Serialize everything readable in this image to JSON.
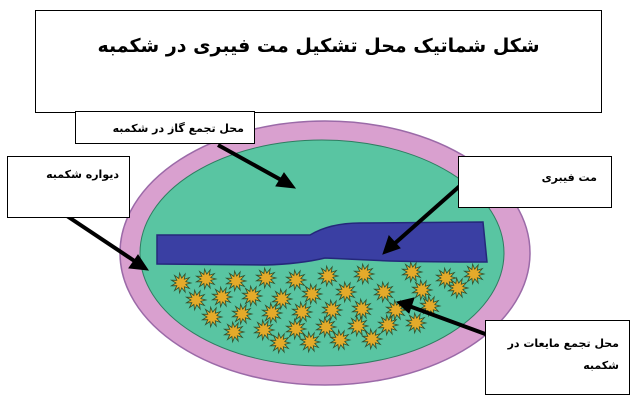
{
  "title": "شکل شماتیک محل تشکیل مت فیبری در شکمبه",
  "labels": {
    "gas": "محل تجمع گاز در شکمبه",
    "wall": "دیواره شکمبه",
    "mat": "مت فیبری",
    "liquid_line1": "محل تجمع مایعات در",
    "liquid_line2": "شکمبه"
  },
  "colors": {
    "rumen_wall": "#d9a0cf",
    "rumen_wall_outline": "#9b6aa8",
    "rumen_content": "#59c5a2",
    "fiber_mat": "#3a3fa3",
    "fiber_mat_outline": "#24287a",
    "particles": "#e4aa2a",
    "particles_outline": "#2e4f2e"
  }
}
